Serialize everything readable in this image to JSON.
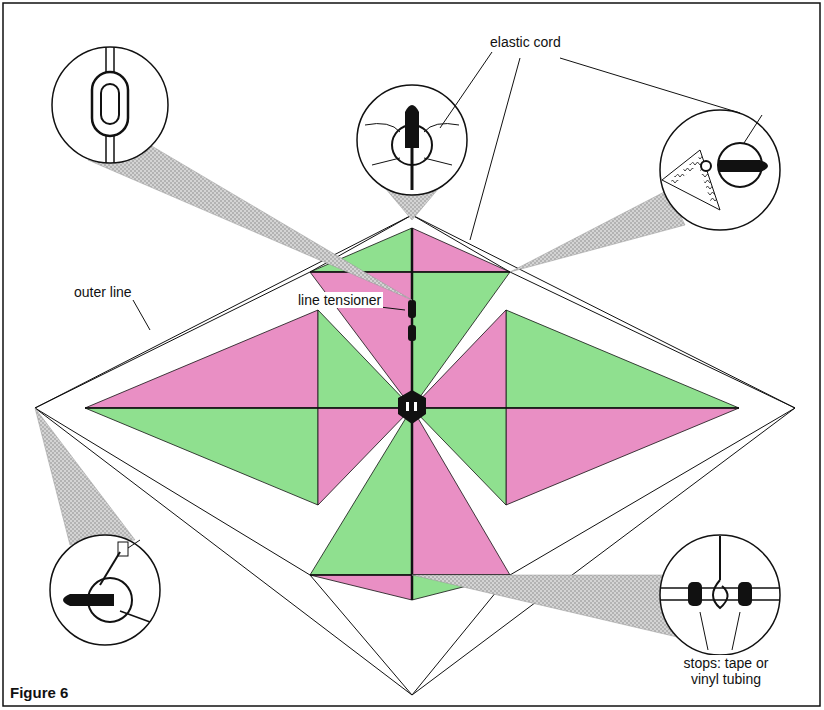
{
  "diagram": {
    "caption": "Figure 6",
    "labels": [
      "elastic cord",
      "outer line",
      "line tensioner",
      "stops: tape or vinyl tubing"
    ]
  }
}
